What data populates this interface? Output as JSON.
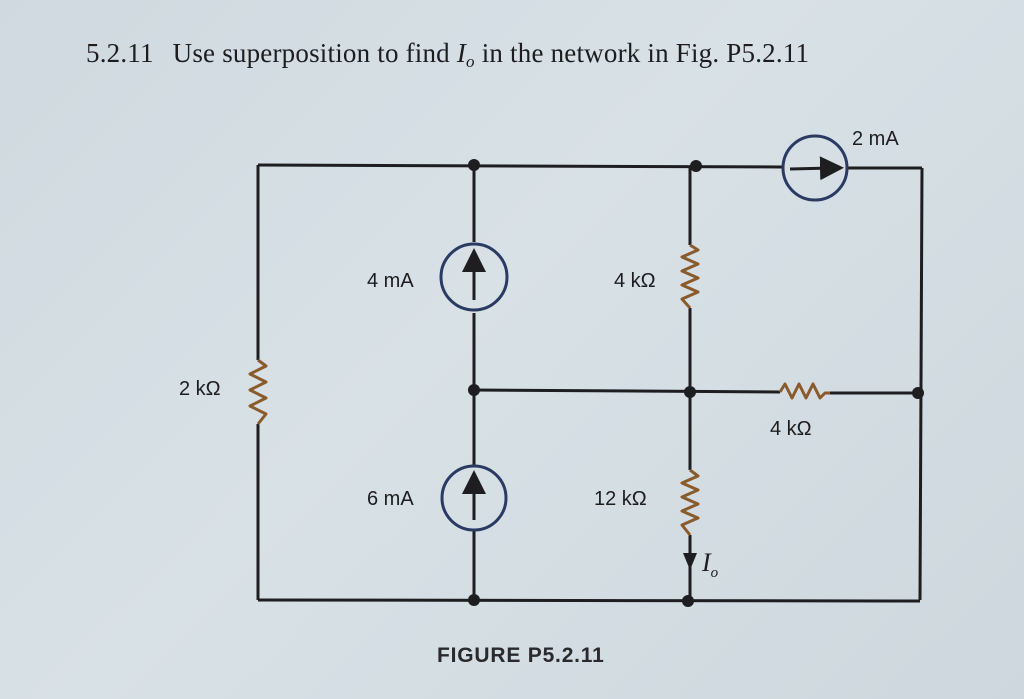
{
  "problem": {
    "number": "5.2.11",
    "text_before": "Use superposition to find",
    "variable": "I",
    "variable_sub": "o",
    "text_after": "in the network in Fig. P5.2.11"
  },
  "circuit": {
    "source_top_right": "2 mA",
    "source_upper_middle": "4 mA",
    "source_lower_middle": "6 mA",
    "resistor_left": "2 kΩ",
    "resistor_upper_right_vertical": "4 kΩ",
    "resistor_horizontal_right": "4 kΩ",
    "resistor_lower_right_vertical": "12 kΩ",
    "current_label": "I",
    "current_label_sub": "o"
  },
  "figure": {
    "caption": "FIGURE P5.2.11"
  },
  "colors": {
    "wire": "#1e1e20",
    "resistor": "#8a5a2b",
    "source": "#2a3a63"
  }
}
